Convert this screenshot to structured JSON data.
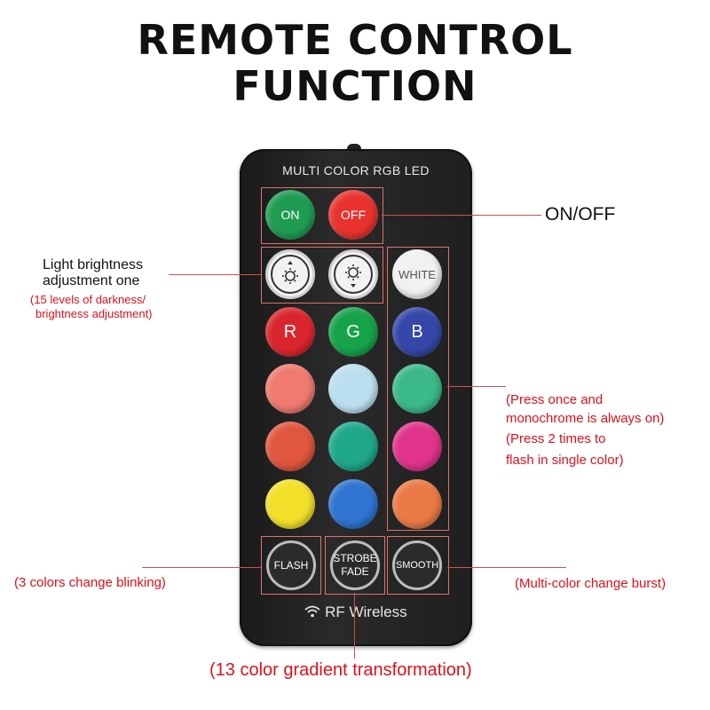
{
  "title": {
    "line1": "REMOTE CONTROL",
    "line2": "FUNCTION"
  },
  "remote": {
    "brand": "MULTI COLOR RGB LED",
    "on_label": "ON",
    "off_label": "OFF",
    "white_label": "WHITE",
    "r_label": "R",
    "g_label": "G",
    "b_label": "B",
    "flash_label": "FLASH",
    "strobe_label": "STROBE",
    "fade_label": "FADE",
    "smooth_label": "SMOOTH",
    "wireless_label": "RF Wireless"
  },
  "colors": {
    "on": "#1f9c52",
    "off": "#e8332f",
    "r": "#d9262e",
    "g": "#16a34a",
    "b": "#3547a8",
    "row1": [
      "#f07a70",
      "#bcdff0",
      "#3cb988"
    ],
    "row2": [
      "#e0563e",
      "#1fa88a",
      "#e0338a"
    ],
    "row3": [
      "#f2df2a",
      "#2e74d0",
      "#ea7a45"
    ]
  },
  "annotations": {
    "onoff": "ON/OFF",
    "brightness_title_1": "Light brightness",
    "brightness_title_2": "adjustment one",
    "brightness_note_1": "(15 levels of darkness/",
    "brightness_note_2": "brightness adjustment)",
    "press_1": "(Press once and",
    "press_2": "monochrome is always on)",
    "press_3": "(Press 2 times to",
    "press_4": "flash in single color)",
    "flash_note": "(3 colors change blinking)",
    "smooth_note": "(Multi-color change burst)",
    "gradient_note": "(13 color gradient transformation)"
  }
}
